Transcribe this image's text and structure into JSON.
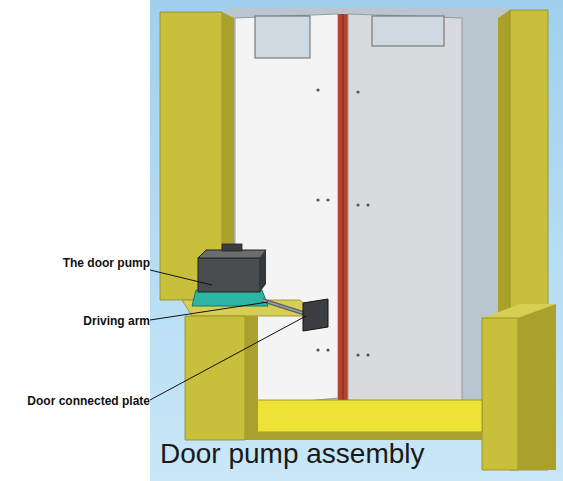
{
  "diagram": {
    "caption": "Door pump assembly",
    "labels": [
      "The door pump",
      "Driving arm",
      "Door connected plate"
    ]
  }
}
